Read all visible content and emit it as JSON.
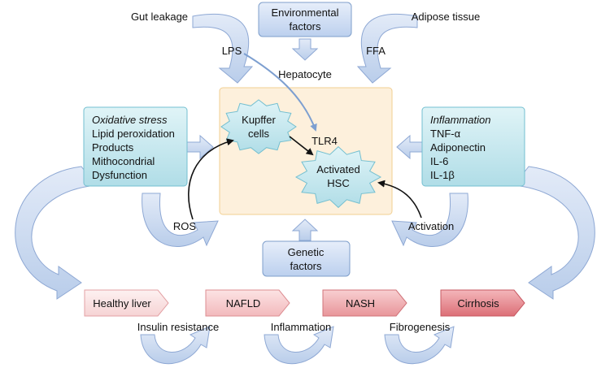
{
  "environmental": {
    "line1": "Environmental",
    "line2": "factors"
  },
  "genetic": {
    "line1": "Genetic",
    "line2": "factors"
  },
  "sources": {
    "gut": "Gut leakage",
    "adipose": "Adipose tissue",
    "lps": "LPS",
    "ffa": "FFA"
  },
  "hepatocyte": "Hepatocyte",
  "kupffer": {
    "line1": "Kupffer",
    "line2": "cells"
  },
  "tlr4": "TLR4",
  "hsc": {
    "line1": "Activated",
    "line2": "HSC"
  },
  "ros": "ROS",
  "activation": "Activation",
  "oxidative": {
    "title": "Oxidative stress",
    "items": [
      "Lipid peroxidation",
      "Products",
      "Mithocondrial",
      "Dysfunction"
    ]
  },
  "inflammation_box": {
    "title": "Inflammation",
    "items": [
      "TNF-α",
      "Adiponectin",
      "IL-6",
      "IL-1β"
    ]
  },
  "stages": [
    "Healthy liver",
    "NAFLD",
    "NASH",
    "Cirrhosis"
  ],
  "transitions": [
    "Insulin resistance",
    "Inflammation",
    "Fibrogenesis"
  ],
  "colors": {
    "blue_fill": "#c9daf1",
    "blue_stroke": "#7f9fcb",
    "teal_fill": "#c4e8ef",
    "teal_stroke": "#73bfd0",
    "hep_fill": "#fdf0dc",
    "hep_stroke": "#f1cf92",
    "arrow_fill": "#c2d3ec",
    "arrow_stroke": "#8ea8d4",
    "lps_arrow": "#7d9fd0"
  }
}
